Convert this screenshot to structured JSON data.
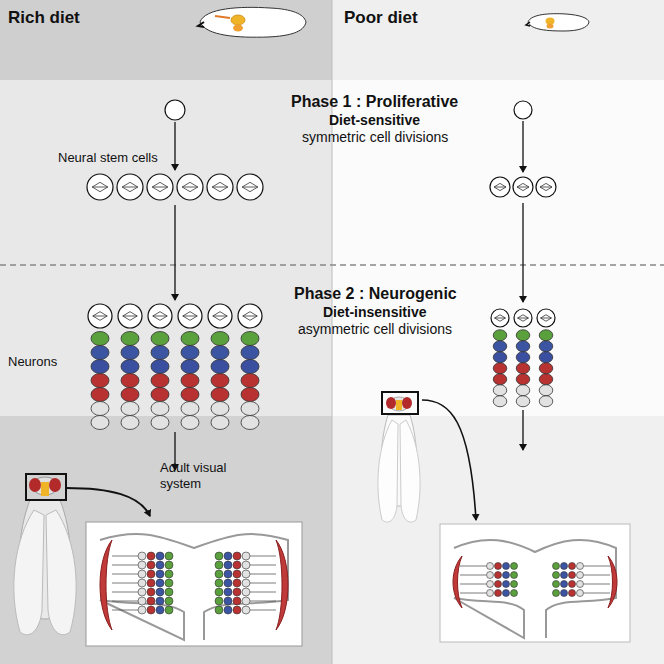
{
  "diagram": {
    "labels": [
      "Rich diet",
      "Poor diet",
      "Phase 1 : Proliferative",
      "Diet-sensitive",
      "symmetric cell divisions",
      "Neural stem cells",
      "Phase 2 : Neurogenic",
      "Diet-insensitive",
      "asymmetric cell divisions",
      "Neurons",
      "Adult visual system"
    ]
  }
}
